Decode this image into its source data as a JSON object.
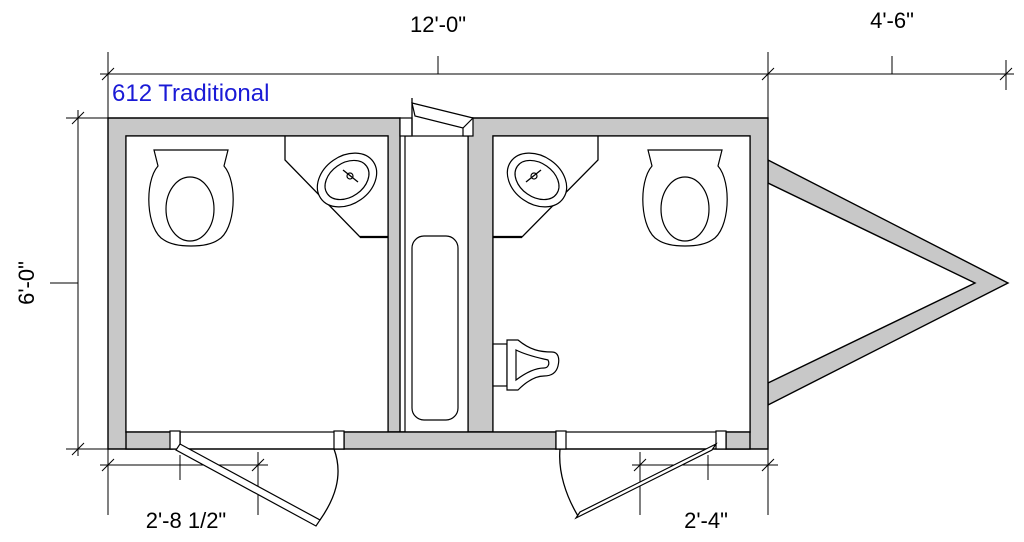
{
  "title": "612 Traditional",
  "dimensions": {
    "overall_width": "12'-0\"",
    "tongue_length": "4'-6\"",
    "overall_depth": "6'-0\"",
    "left_door": "2'-8 1/2\"",
    "right_door": "2'-4\""
  },
  "colors": {
    "title": "#1a1ad6",
    "wall": "#c8c8c8",
    "line": "#000000"
  }
}
